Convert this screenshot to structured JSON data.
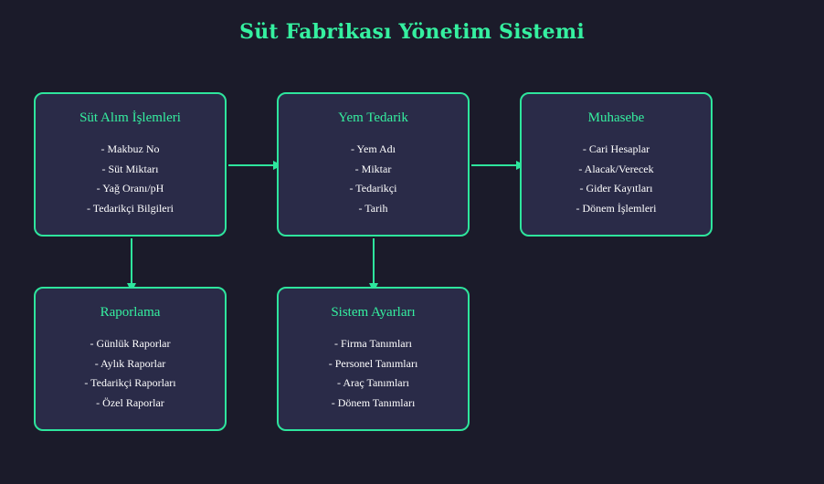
{
  "title": "Süt Fabrikası Yönetim Sistemi",
  "colors": {
    "background": "#1b1b2a",
    "box_fill": "#2a2b48",
    "accent": "#2ee59d",
    "text": "#ffffff"
  },
  "boxes": {
    "sut_alim": {
      "title": "Süt Alım İşlemleri",
      "items": [
        "- Makbuz No",
        "- Süt Miktarı",
        "- Yağ Oranı/pH",
        "- Tedarikçi Bilgileri"
      ]
    },
    "yem_tedarik": {
      "title": "Yem Tedarik",
      "items": [
        "- Yem Adı",
        "- Miktar",
        "- Tedarikçi",
        "- Tarih"
      ]
    },
    "muhasebe": {
      "title": "Muhasebe",
      "items": [
        "- Cari Hesaplar",
        "- Alacak/Verecek",
        "- Gider Kayıtları",
        "- Dönem İşlemleri"
      ]
    },
    "raporlama": {
      "title": "Raporlama",
      "items": [
        "- Günlük Raporlar",
        "- Aylık Raporlar",
        "- Tedarikçi Raporları",
        "- Özel Raporlar"
      ]
    },
    "sistem_ayarlari": {
      "title": "Sistem Ayarları",
      "items": [
        "- Firma Tanımları",
        "- Personel Tanımları",
        "- Araç Tanımları",
        "- Dönem Tanımları"
      ]
    }
  },
  "connections": [
    {
      "from": "sut_alim",
      "to": "yem_tedarik"
    },
    {
      "from": "yem_tedarik",
      "to": "muhasebe"
    },
    {
      "from": "sut_alim",
      "to": "raporlama"
    },
    {
      "from": "yem_tedarik",
      "to": "sistem_ayarlari"
    }
  ]
}
